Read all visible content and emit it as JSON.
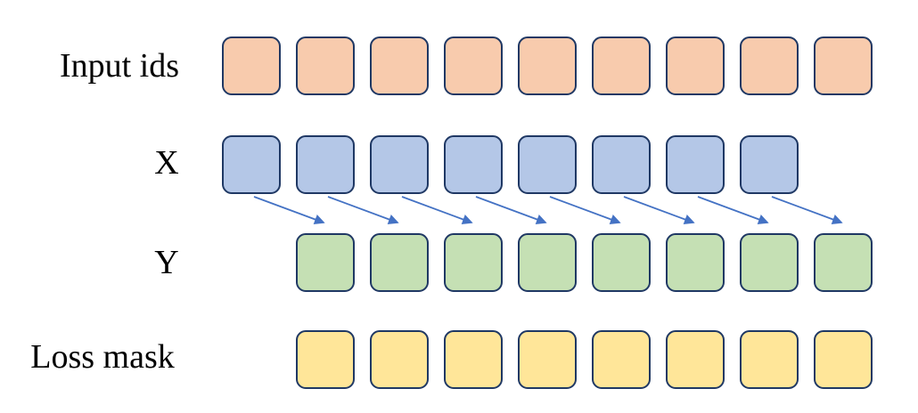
{
  "diagram": {
    "background_color": "#ffffff",
    "label_color": "#000000",
    "box_border_color": "#1F3864",
    "rows": [
      {
        "id": "input-ids",
        "label": "Input ids",
        "count": 9,
        "fill": "#F8CBAD"
      },
      {
        "id": "x",
        "label": "X",
        "count": 8,
        "fill": "#B4C7E7"
      },
      {
        "id": "y",
        "label": "Y",
        "count": 8,
        "fill": "#C5E0B4"
      },
      {
        "id": "loss-mask",
        "label": "Loss mask",
        "count": 8,
        "fill": "#FFE699"
      }
    ],
    "arrows": {
      "count": 8,
      "color": "#4472C4",
      "from_row": "x",
      "to_row": "y"
    }
  }
}
